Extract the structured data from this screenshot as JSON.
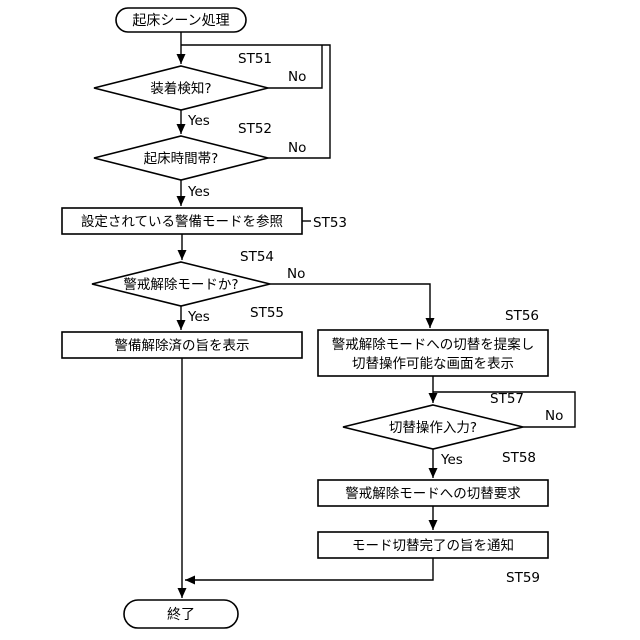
{
  "diagram": {
    "start": "起床シーン処理",
    "end": "終了",
    "yes": "Yes",
    "no": "No",
    "st51": {
      "tag": "ST51",
      "label": "装着検知?"
    },
    "st52": {
      "tag": "ST52",
      "label": "起床時間帯?"
    },
    "st53": {
      "tag": "ST53",
      "label": "設定されている警備モードを参照"
    },
    "st54": {
      "tag": "ST54",
      "label": "警戒解除モードか?"
    },
    "st55": {
      "tag": "ST55",
      "label": "警備解除済の旨を表示"
    },
    "st56": {
      "tag": "ST56",
      "line1": "警戒解除モードへの切替を提案し",
      "line2": "切替操作可能な画面を表示"
    },
    "st57": {
      "tag": "ST57",
      "label": "切替操作入力?"
    },
    "st58": {
      "tag": "ST58",
      "label": "警戒解除モードへの切替要求"
    },
    "st59": {
      "tag": "ST59",
      "label": "モード切替完了の旨を通知"
    }
  }
}
